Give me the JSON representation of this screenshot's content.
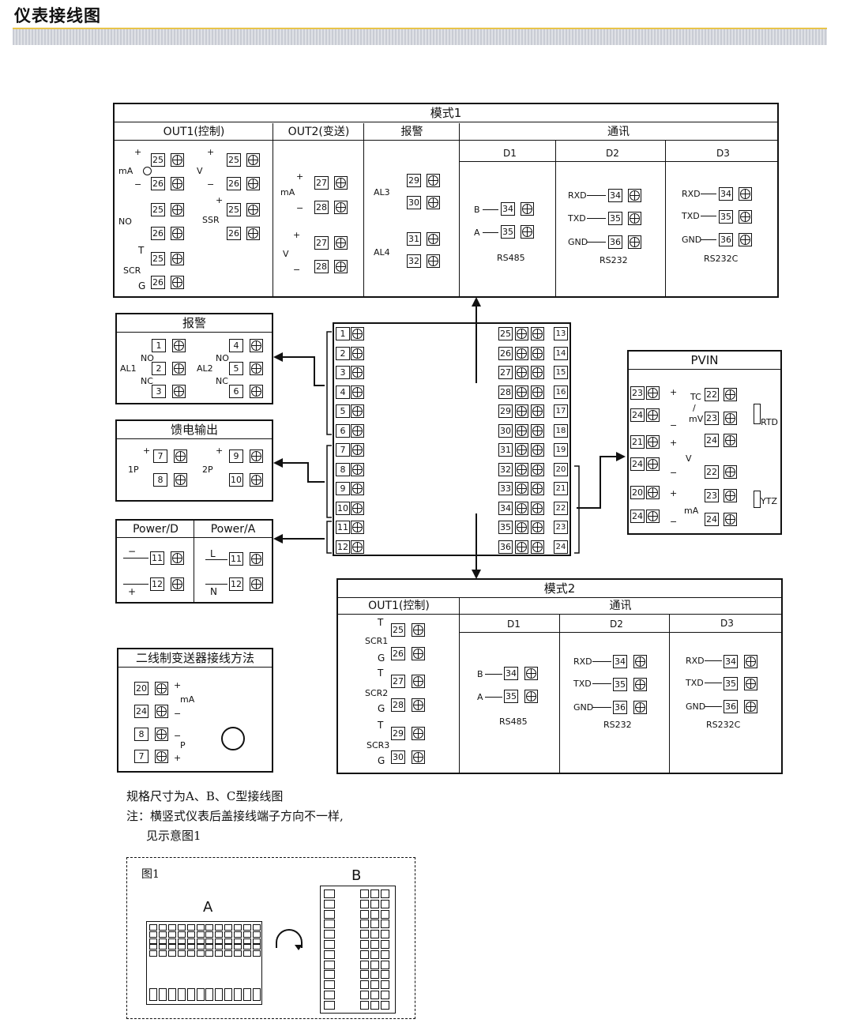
{
  "page": {
    "title": "仪表接线图"
  },
  "mode1": {
    "title": "模式1",
    "col_out1": "OUT1(控制)",
    "col_out2": "OUT2(变送)",
    "col_alarm": "报警",
    "col_comm": "通讯",
    "d1": "D1",
    "d2": "D2",
    "d3": "D3",
    "out1_labels": {
      "ma": "mA",
      "v": "V",
      "no": "NO",
      "ssr": "SSR",
      "scr": "SCR",
      "t": "T",
      "g": "G",
      "plus": "+",
      "minus": "−"
    },
    "out1_terms": {
      "a": "25",
      "b": "26"
    },
    "out2_labels": {
      "ma": "mA",
      "v": "V"
    },
    "out2_terms": {
      "a": "27",
      "b": "28"
    },
    "alarm_labels": {
      "al3": "AL3",
      "al4": "AL4"
    },
    "alarm_terms": {
      "a": "29",
      "b": "30",
      "c": "31",
      "d": "32"
    },
    "rs485": {
      "b": "B",
      "a": "A",
      "t1": "34",
      "t2": "35",
      "name": "RS485"
    },
    "rs232": {
      "rxd": "RXD",
      "txd": "TXD",
      "gnd": "GND",
      "t1": "34",
      "t2": "35",
      "t3": "36",
      "name": "RS232"
    },
    "rs232c": {
      "rxd": "RXD",
      "txd": "TXD",
      "gnd": "GND",
      "t1": "34",
      "t2": "35",
      "t3": "36",
      "name": "RS232C"
    }
  },
  "alarm_box": {
    "title": "报警",
    "al1": "AL1",
    "al2": "AL2",
    "no": "NO",
    "nc": "NC",
    "terms": [
      "1",
      "2",
      "3",
      "4",
      "5",
      "6"
    ]
  },
  "feed_box": {
    "title": "馈电输出",
    "p1": "1P",
    "p2": "2P",
    "plus": "+",
    "terms": [
      "7",
      "8",
      "9",
      "10"
    ]
  },
  "power_box": {
    "title_d": "Power/D",
    "title_a": "Power/A",
    "minus": "−",
    "plus": "+",
    "l": "L",
    "n": "N",
    "terms": [
      "11",
      "12"
    ]
  },
  "center": {
    "left_terms": [
      "1",
      "2",
      "3",
      "4",
      "5",
      "6",
      "7",
      "8",
      "9",
      "10",
      "11",
      "12"
    ],
    "right_terms_a": [
      "25",
      "26",
      "27",
      "28",
      "29",
      "30",
      "31",
      "32",
      "33",
      "34",
      "35",
      "36"
    ],
    "right_terms_b": [
      "13",
      "14",
      "15",
      "16",
      "17",
      "18",
      "19",
      "20",
      "21",
      "22",
      "23",
      "24"
    ]
  },
  "pvin": {
    "title": "PVIN",
    "tc": "TC",
    "slash": "/",
    "mv": "mV",
    "rtd": "RTD",
    "v": "V",
    "ma": "mA",
    "ytz": "YTZ",
    "plus": "+",
    "minus": "−",
    "left_terms": [
      "23",
      "24",
      "21",
      "24",
      "20",
      "24"
    ],
    "right_terms": [
      "22",
      "23",
      "24",
      "22",
      "23",
      "24"
    ]
  },
  "mode2": {
    "title": "模式2",
    "col_out1": "OUT1(控制)",
    "col_comm": "通讯",
    "d1": "D1",
    "d2": "D2",
    "d3": "D3",
    "scr1": "SCR1",
    "scr2": "SCR2",
    "scr3": "SCR3",
    "t": "T",
    "g": "G",
    "terms": [
      "25",
      "26",
      "27",
      "28",
      "29",
      "30"
    ],
    "rs485": {
      "b": "B",
      "a": "A",
      "t1": "34",
      "t2": "35",
      "name": "RS485"
    },
    "rs232": {
      "rxd": "RXD",
      "txd": "TXD",
      "gnd": "GND",
      "t1": "34",
      "t2": "35",
      "t3": "36",
      "name": "RS232"
    },
    "rs232c": {
      "rxd": "RXD",
      "txd": "TXD",
      "gnd": "GND",
      "t1": "34",
      "t2": "35",
      "t3": "36",
      "name": "RS232C"
    }
  },
  "twowire": {
    "title": "二线制变送器接线方法",
    "terms": [
      "20",
      "24",
      "8",
      "7"
    ],
    "ma": "mA",
    "p": "P",
    "plus": "+",
    "minus": "−"
  },
  "notes": {
    "line1": "规格尺寸为A、B、C型接线图",
    "line2": "注：横竖式仪表后盖接线端子方向不一样,",
    "line3": "见示意图1"
  },
  "figure1": {
    "label": "图1",
    "a": "A",
    "b": "B"
  }
}
